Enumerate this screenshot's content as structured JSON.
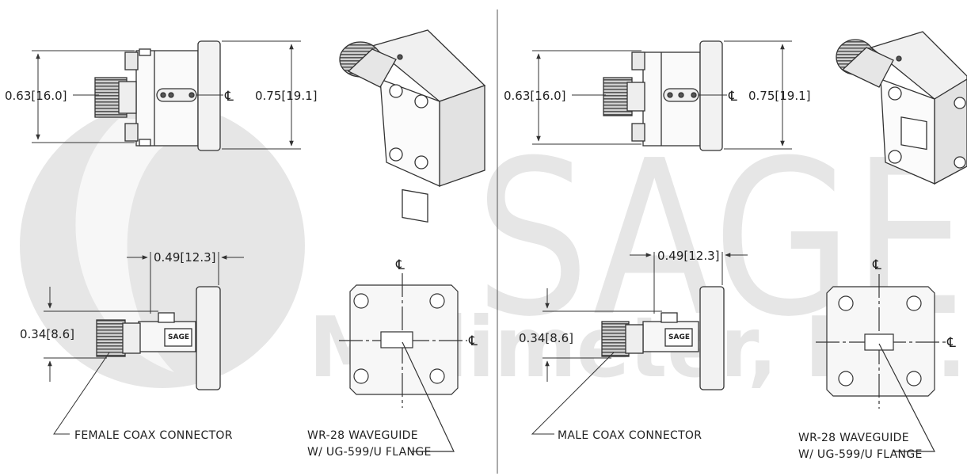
{
  "watermark": {
    "company": "SAGE",
    "tagline": "Millimeter, Inc.",
    "color": "#e3e3e3"
  },
  "left": {
    "dim_side_height": "0.63",
    "dim_side_height_mm": "[16.0]",
    "dim_flange_height": "0.75",
    "dim_flange_height_mm": "[19.1]",
    "dim_offset": "0.49",
    "dim_offset_mm": "[12.3]",
    "dim_bottom_height": "0.34",
    "dim_bottom_height_mm": "[8.6]",
    "centerline_symbol": "℄",
    "connector_label": "FEMALE COAX CONNECTOR",
    "waveguide_label_1": "WR-28 WAVEGUIDE",
    "waveguide_label_2": "W/ UG-599/U FLANGE",
    "body_logo": "SAGE"
  },
  "right": {
    "dim_side_height": "0.63",
    "dim_side_height_mm": "[16.0]",
    "dim_flange_height": "0.75",
    "dim_flange_height_mm": "[19.1]",
    "dim_offset": "0.49",
    "dim_offset_mm": "[12.3]",
    "dim_bottom_height": "0.34",
    "dim_bottom_height_mm": "[8.6]",
    "centerline_symbol": "℄",
    "connector_label": "MALE COAX CONNECTOR",
    "waveguide_label_1": "WR-28 WAVEGUIDE",
    "waveguide_label_2": "W/ UG-599/U FLANGE",
    "body_logo": "SAGE"
  }
}
